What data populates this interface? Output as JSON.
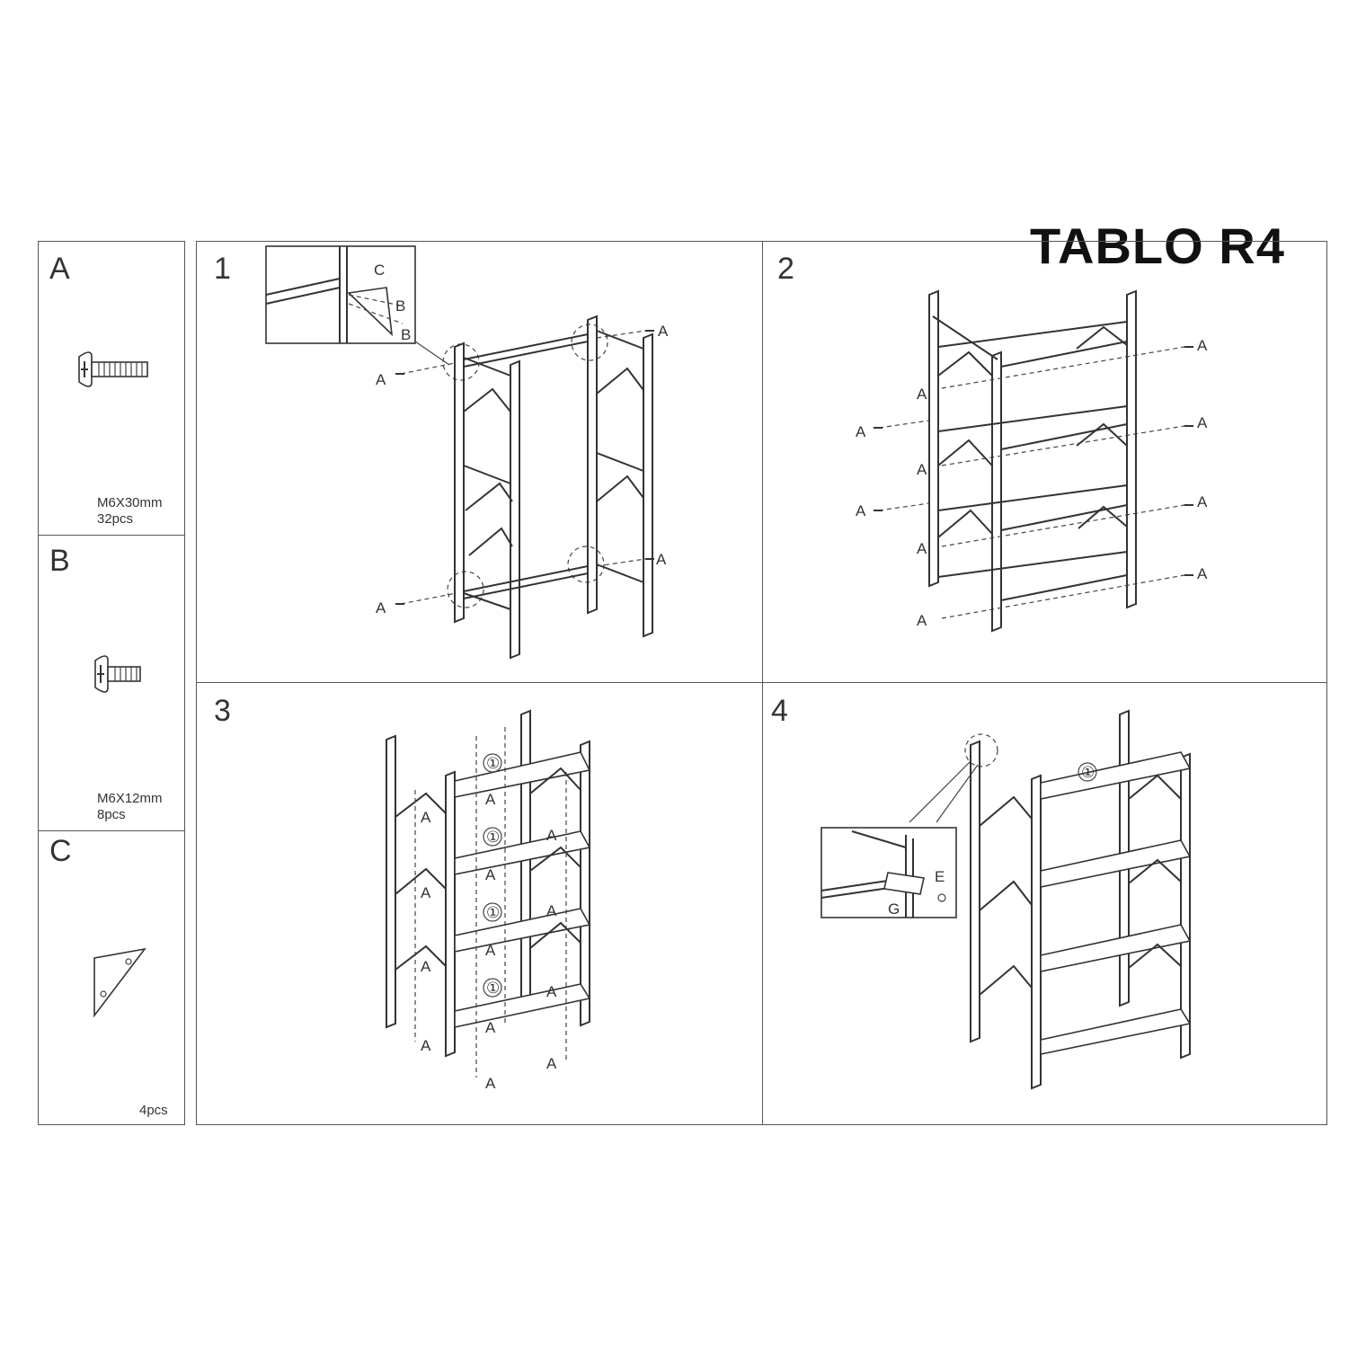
{
  "title": "TABLO R4",
  "parts": [
    {
      "letter": "A",
      "spec": "M6X30mm",
      "qty": "32pcs"
    },
    {
      "letter": "B",
      "spec": "M6X12mm",
      "qty": "8pcs"
    },
    {
      "letter": "C",
      "spec": "",
      "qty": "4pcs"
    }
  ],
  "steps": [
    {
      "number": "1"
    },
    {
      "number": "2"
    },
    {
      "number": "3"
    },
    {
      "number": "4"
    }
  ],
  "callouts": {
    "screw": "A",
    "bolt": "B",
    "bracket": "C",
    "anchor": "E",
    "strap": "G",
    "shelf_mark": "①"
  }
}
